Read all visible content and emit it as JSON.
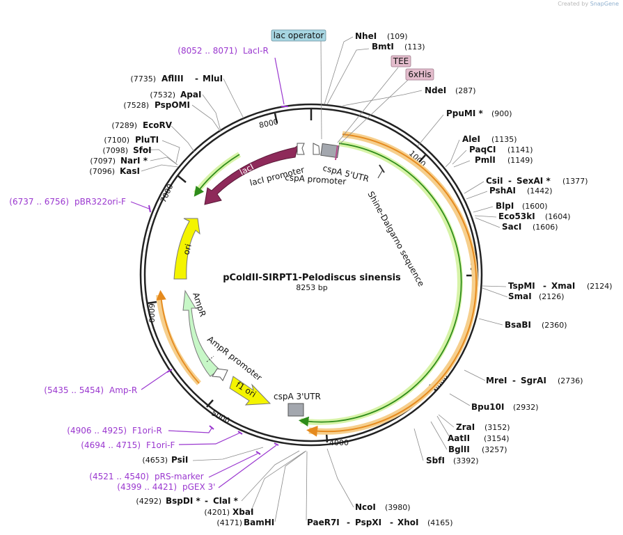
{
  "credit": {
    "created_by": "Created by",
    "brand": "SnapGene"
  },
  "plasmid": {
    "name": "pColdII-SIRPT1-Pelodiscus sinensis",
    "length_label": "8253 bp"
  },
  "scale_ticks": [
    "1000",
    "2000",
    "3000",
    "4000",
    "5000",
    "6000",
    "7000",
    "8000"
  ],
  "enzymes": [
    {
      "name": "NheI",
      "pos": "(109)"
    },
    {
      "name": "BmtI",
      "pos": "(113)"
    },
    {
      "name": "NdeI",
      "pos": "(287)"
    },
    {
      "name": "PpuMI *",
      "pos": "(900)"
    },
    {
      "name": "AleI",
      "pos": "(1135)"
    },
    {
      "name": "PaqCI",
      "pos": "(1141)"
    },
    {
      "name": "PmlI",
      "pos": "(1149)"
    },
    {
      "name": "CsiI",
      "name2": "SexAI *",
      "pos": "(1377)"
    },
    {
      "name": "PshAI",
      "pos": "(1442)"
    },
    {
      "name": "BlpI",
      "pos": "(1600)"
    },
    {
      "name": "Eco53kI",
      "pos": "(1604)"
    },
    {
      "name": "SacI",
      "pos": "(1606)"
    },
    {
      "name": "TspMI",
      "name2": "XmaI",
      "pos": "(2124)"
    },
    {
      "name": "SmaI",
      "pos": "(2126)"
    },
    {
      "name": "BsaBI",
      "pos": "(2360)"
    },
    {
      "name": "MreI",
      "name2": "SgrAI",
      "pos": "(2736)"
    },
    {
      "name": "Bpu10I",
      "pos": "(2932)"
    },
    {
      "name": "ZraI",
      "pos": "(3152)"
    },
    {
      "name": "AatII",
      "pos": "(3154)"
    },
    {
      "name": "BglII",
      "pos": "(3257)"
    },
    {
      "name": "SbfI",
      "pos": "(3392)"
    },
    {
      "name": "NcoI",
      "pos": "(3980)"
    },
    {
      "name": "PaeR7I",
      "name2": "PspXI",
      "name3": "XhoI",
      "pos": "(4165)"
    },
    {
      "name": "BamHI",
      "pos": "(4171)"
    },
    {
      "name": "XbaI",
      "pos": "(4201)"
    },
    {
      "name": "BspDI *",
      "name2": "ClaI *",
      "pos": "(4292)"
    },
    {
      "name": "PsiI",
      "pos": "(4653)"
    },
    {
      "name": "KasI",
      "pos": "(7096)"
    },
    {
      "name": "NarI *",
      "pos": "(7097)"
    },
    {
      "name": "SfoI",
      "pos": "(7098)"
    },
    {
      "name": "PluTI",
      "pos": "(7100)"
    },
    {
      "name": "EcoRV",
      "pos": "(7289)"
    },
    {
      "name": "PspOMI",
      "pos": "(7528)"
    },
    {
      "name": "ApaI",
      "pos": "(7532)"
    },
    {
      "name": "AflIII",
      "name2": "MluI",
      "pos": "(7735)"
    }
  ],
  "primers": [
    {
      "name": "LacI-R",
      "range": "(8052 .. 8071)"
    },
    {
      "name": "pBR322ori-F",
      "range": "(6737 .. 6756)"
    },
    {
      "name": "Amp-R",
      "range": "(5435 .. 5454)"
    },
    {
      "name": "F1ori-R",
      "range": "(4906 .. 4925)"
    },
    {
      "name": "F1ori-F",
      "range": "(4694 .. 4715)"
    },
    {
      "name": "pRS-marker",
      "range": "(4521 .. 4540)"
    },
    {
      "name": "pGEX 3'",
      "range": "(4399 .. 4421)"
    }
  ],
  "features": {
    "lac_operator": "lac operator",
    "tee": "TEE",
    "his": "6xHis",
    "laci": "lacI",
    "laci_promoter": "lacI promoter",
    "cspa_promoter": "cspA promoter",
    "cspa_5utr": "cspA 5'UTR",
    "shine_dalgarno": "Shine-Dalgarno sequence",
    "ori": "ori",
    "ampr": "AmpR",
    "ampr_promoter": "AmpR promoter",
    "f1_ori": "f1 ori",
    "cspa_3utr": "cspA 3'UTR"
  },
  "colors": {
    "backbone": "#222222",
    "laci": "#8e2a5a",
    "ori": "#f4f400",
    "ampr": "#c7f7c7",
    "f1_ori": "#f4f400",
    "orf_outer": "#e58a1e",
    "orf_inner": "#2e8c1a",
    "primer": "#9a37cf",
    "lac_operator_box": "#a7d6e2",
    "tag_box": "#e3bccc",
    "utr_box": "#a3a7ae"
  }
}
